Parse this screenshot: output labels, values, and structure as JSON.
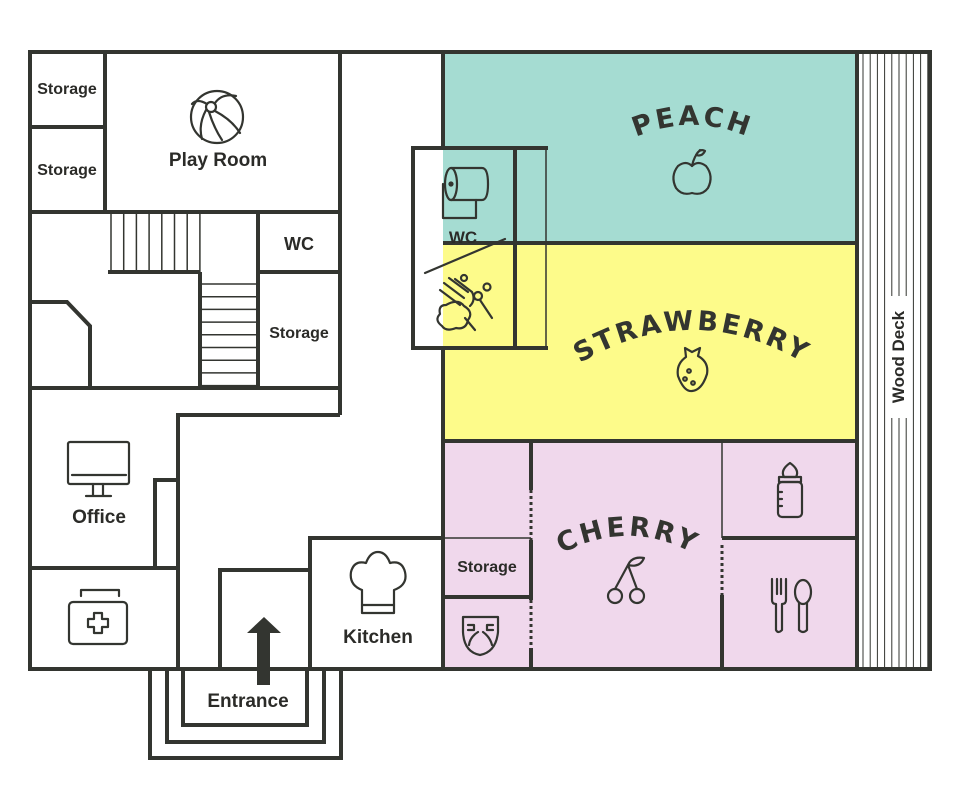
{
  "colors": {
    "wall": "#333530",
    "peach": "#a5dcd2",
    "strawberry": "#fdfb8a",
    "cherry": "#f0d8ec"
  },
  "rooms": {
    "storage1": "Storage",
    "storage2": "Storage",
    "play_room": "Play Room",
    "wc_left": "WC",
    "storage3": "Storage",
    "office": "Office",
    "kitchen": "Kitchen",
    "entrance": "Entrance",
    "wc_center": "WC",
    "peach": "PEACH",
    "strawberry": "STRAWBERRY",
    "cherry": "CHERRY",
    "storage_cherry": "Storage",
    "wood_deck": "Wood Deck"
  },
  "icons": [
    "ball-icon",
    "monitor-icon",
    "first-aid-kit-icon",
    "chef-hat-icon",
    "entrance-arrow-icon",
    "toilet-paper-icon",
    "hand-wash-icon",
    "peach-icon",
    "strawberry-icon",
    "cherry-icon",
    "baby-bottle-icon",
    "fork-spoon-icon",
    "diaper-icon"
  ]
}
